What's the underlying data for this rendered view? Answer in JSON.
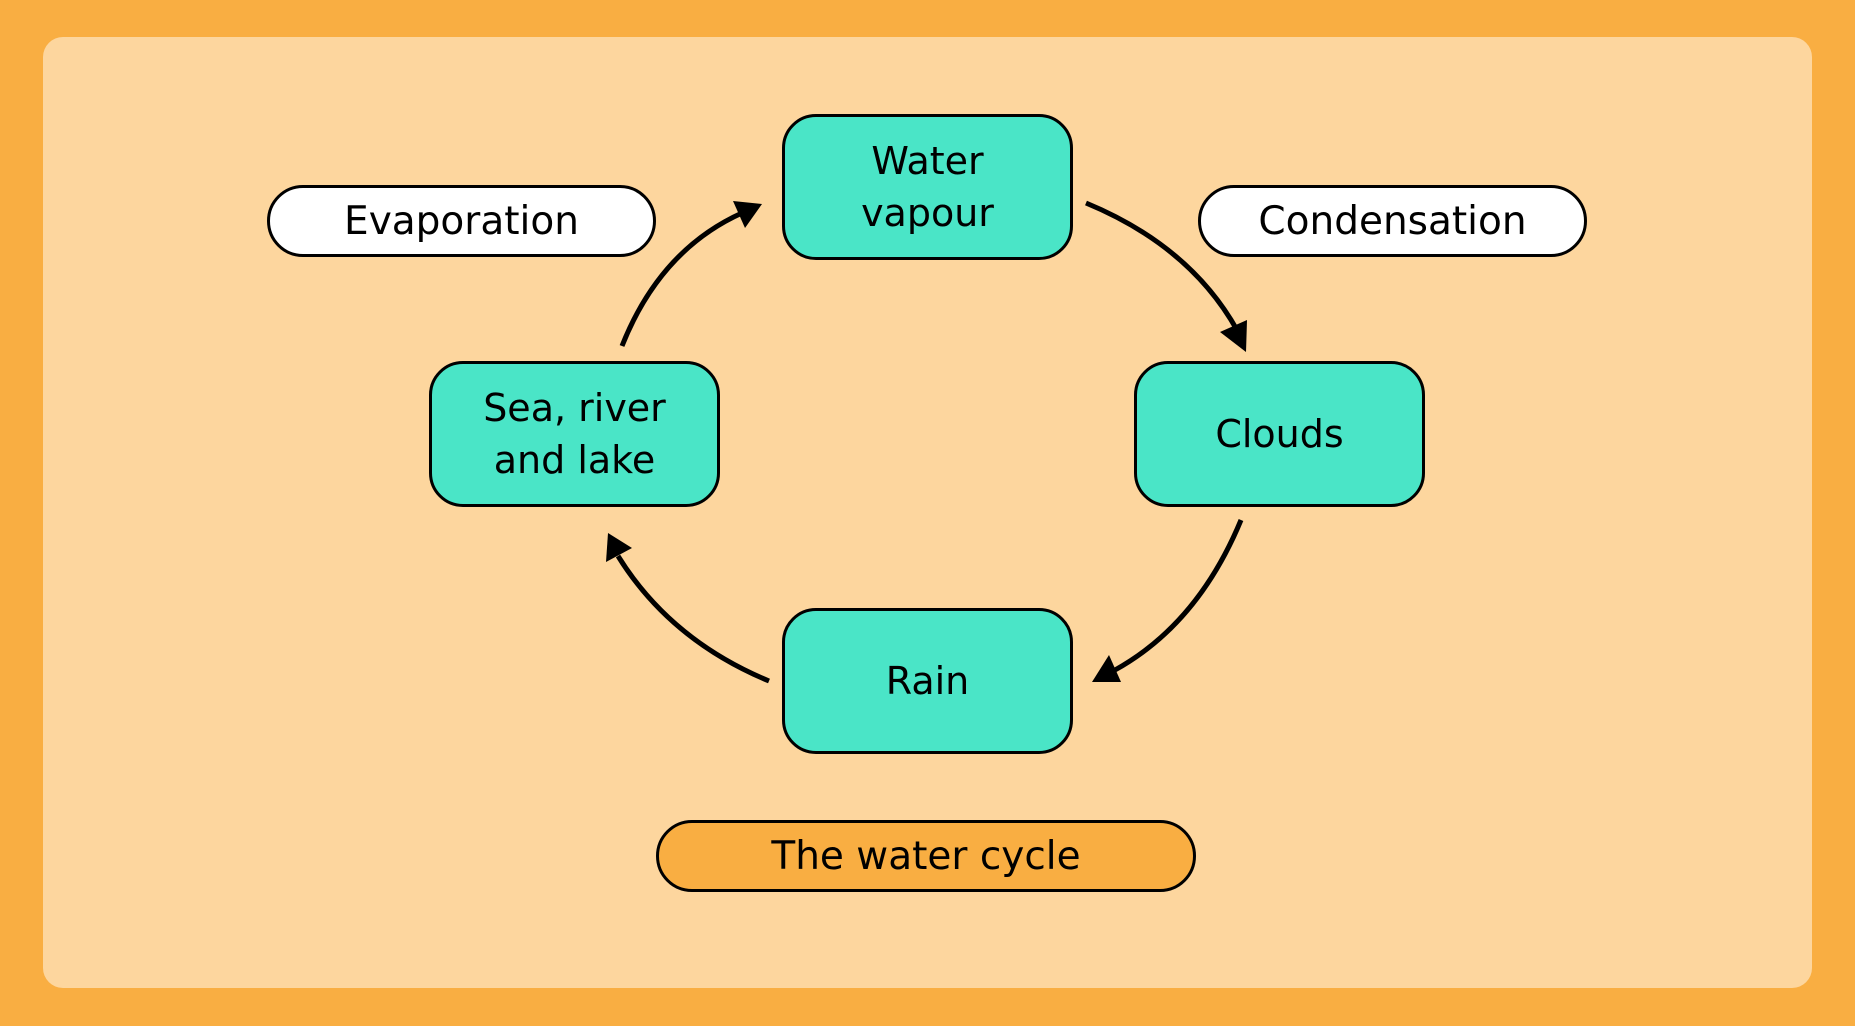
{
  "diagram": {
    "title": "The water cycle",
    "nodes": {
      "water_vapour": "Water\nvapour",
      "clouds": "Clouds",
      "rain": "Rain",
      "sea": "Sea, river\nand lake"
    },
    "labels": {
      "evaporation": "Evaporation",
      "condensation": "Condensation"
    },
    "edges": [
      {
        "from": "sea",
        "to": "water_vapour",
        "label": "Evaporation"
      },
      {
        "from": "water_vapour",
        "to": "clouds",
        "label": "Condensation"
      },
      {
        "from": "clouds",
        "to": "rain"
      },
      {
        "from": "rain",
        "to": "sea"
      }
    ],
    "colors": {
      "frame": "#f9ae42",
      "panel": "#fdd69e",
      "node": "#4ae5c7",
      "label": "#ffffff",
      "title": "#f9ae42"
    }
  }
}
